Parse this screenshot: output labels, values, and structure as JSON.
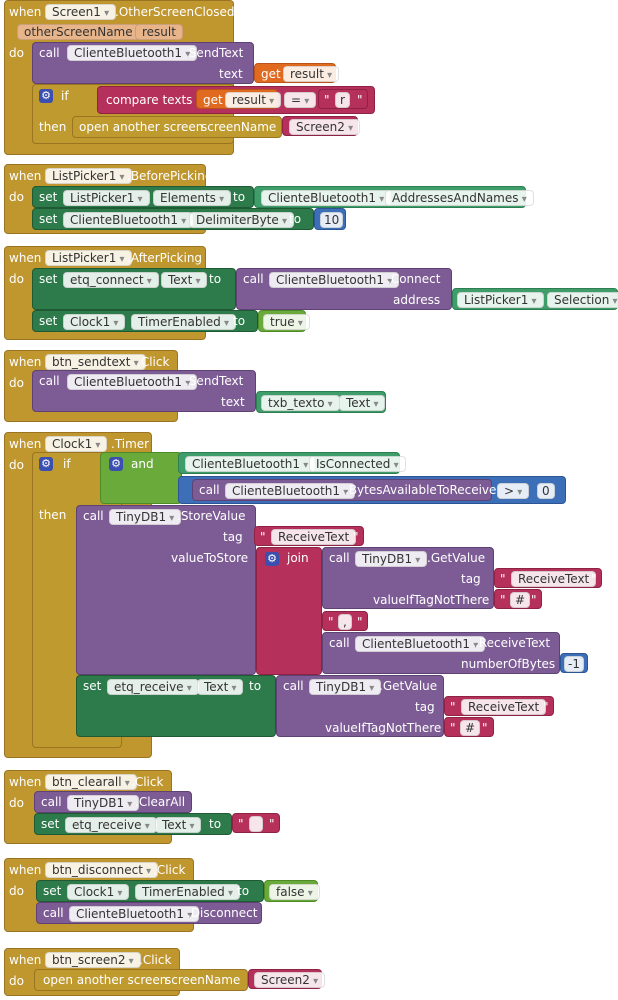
{
  "kw": {
    "when": "when",
    "do": "do",
    "call": "call",
    "set": "set",
    "to": "to",
    "text": "text",
    "if": "if",
    "then": "then",
    "and": "and",
    "tag": "tag",
    "join": "join",
    "value_to_store": "valueToStore",
    "value_if_tag_not_there": "valueIfTagNotThere",
    "address": "address",
    "number_of_bytes": "numberOfBytes",
    "get": "get",
    "open_screen": "open another screen",
    "screen_name": "screenName",
    "compare_texts": "compare texts",
    "quote": "\""
  },
  "b1": {
    "component": "Screen1",
    "event": ".OtherScreenClosed",
    "param1": "otherScreenName",
    "param2": "result",
    "call_comp": "ClienteBluetooth1",
    "call_method": ".SendText",
    "get_var": "result",
    "op": "=",
    "literal": "r",
    "screen": "Screen2"
  },
  "b2": {
    "component": "ListPicker1",
    "event": ".BeforePicking",
    "set1_comp": "ListPicker1",
    "set1_prop": "Elements",
    "val1_comp": "ClienteBluetooth1",
    "val1_prop": "AddressesAndNames",
    "set2_comp": "ClienteBluetooth1",
    "set2_prop": "DelimiterByte",
    "val2": "10"
  },
  "b3": {
    "component": "ListPicker1",
    "event": ".AfterPicking",
    "set1_comp": "etq_connect",
    "set1_prop": "Text",
    "call_comp": "ClienteBluetooth1",
    "call_method": ".Connect",
    "addr_comp": "ListPicker1",
    "addr_prop": "Selection",
    "set2_comp": "Clock1",
    "set2_prop": "TimerEnabled",
    "val2": "true"
  },
  "b4": {
    "component": "btn_sendtext",
    "event": ".Click",
    "call_comp": "ClienteBluetooth1",
    "call_method": ".SendText",
    "val_comp": "txb_texto",
    "val_prop": "Text"
  },
  "b5": {
    "component": "Clock1",
    "event": ".Timer",
    "c1_comp": "ClienteBluetooth1",
    "c1_prop": "IsConnected",
    "c2_comp": "ClienteBluetooth1",
    "c2_method": ".BytesAvailableToReceive",
    "op": ">",
    "zero": "0",
    "db_comp": "TinyDB1",
    "store": ".StoreValue",
    "tag": "ReceiveText",
    "get_comp": "TinyDB1",
    "get_method": ".GetValue",
    "get_tag": "ReceiveText",
    "hash": "#",
    "comma": ",",
    "recv_comp": "ClienteBluetooth1",
    "recv_method": ".ReceiveText",
    "neg1": "-1",
    "set_comp": "etq_receive",
    "set_prop": "Text",
    "get2_comp": "TinyDB1",
    "get2_method": ".GetValue",
    "get2_tag": "ReceiveText",
    "hash2": "#"
  },
  "b6": {
    "component": "btn_clearall",
    "event": ".Click",
    "call_comp": "TinyDB1",
    "call_method": ".ClearAll",
    "set_comp": "etq_receive",
    "set_prop": "Text"
  },
  "b7": {
    "component": "btn_disconnect",
    "event": ".Click",
    "set_comp": "Clock1",
    "set_prop": "TimerEnabled",
    "val": "false",
    "call_comp": "ClienteBluetooth1",
    "call_method": ".Disconnect"
  },
  "b8": {
    "component": "btn_screen2",
    "event": ".Click",
    "screen": "Screen2"
  }
}
